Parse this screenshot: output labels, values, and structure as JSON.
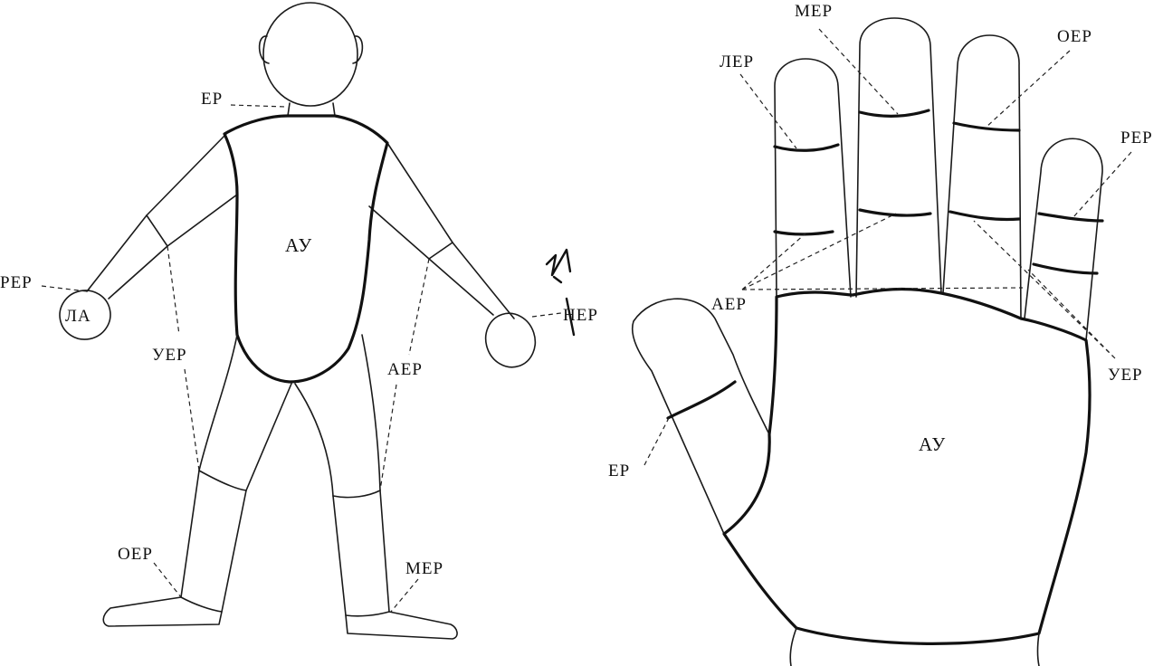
{
  "body_figure": {
    "neck_label": "ЕР",
    "torso_label": "АУ",
    "left_hand_zone_label": "РЕР",
    "left_hand_label": "ЛА",
    "left_arm_label": "УЕР",
    "right_arm_label": "АЕР",
    "right_hand_label": "НЕР",
    "left_ankle_label": "ОЕР",
    "right_ankle_label": "МЕР"
  },
  "hand_figure": {
    "middle_finger_label": "МЕР",
    "index_finger_label": "ЛЕР",
    "ring_finger_label": "ОЕР",
    "little_finger_label": "РЕР",
    "finger_base_label": "АЕР",
    "palm_edge_label": "УЕР",
    "thumb_label": "ЕР",
    "palm_label": "АУ"
  }
}
